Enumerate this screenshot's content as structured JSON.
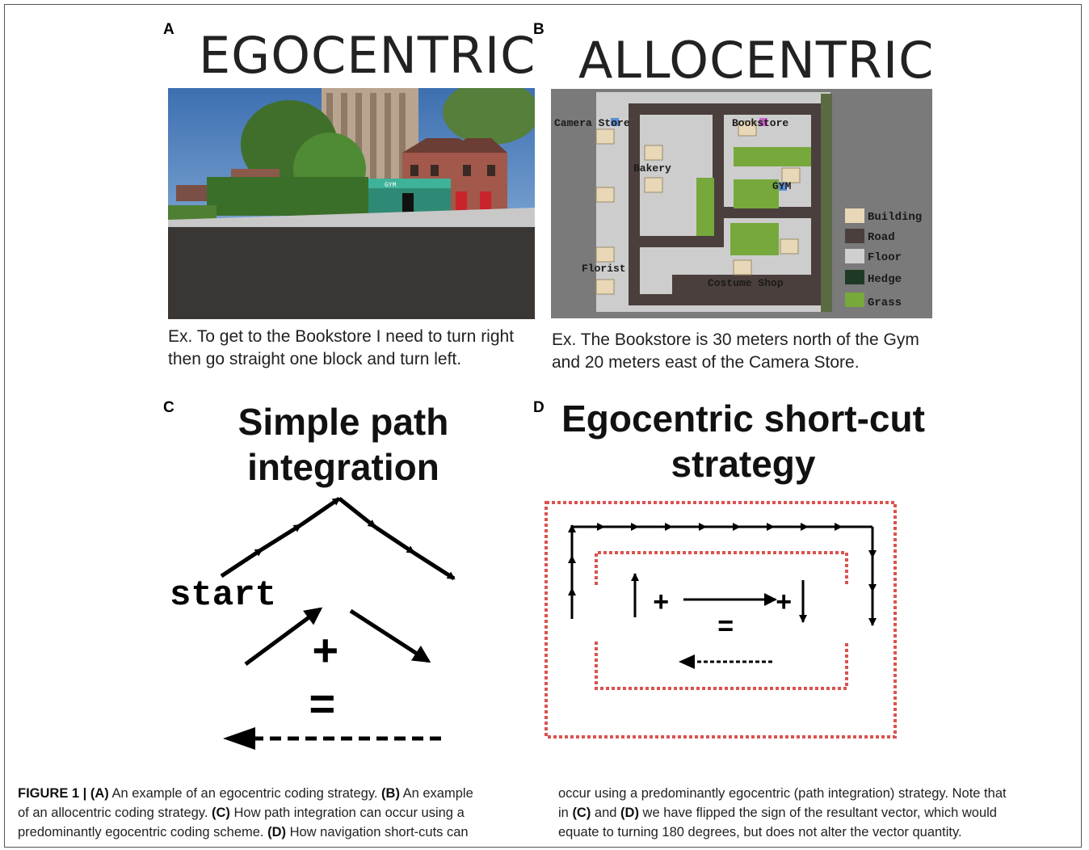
{
  "panels": {
    "a": {
      "letter": "A",
      "title": "EGOCENTRIC",
      "scene_sign": "GYM",
      "example_lines": [
        "Ex.  To get to the Bookstore  I need to turn right",
        "then go straight one block and turn left."
      ]
    },
    "b": {
      "letter": "B",
      "title": "ALLOCENTRIC",
      "map_labels": {
        "camera_store": "Camera  Store",
        "bookstore": "Bookstore",
        "bakery": "Bakery",
        "gym": "GYM",
        "florist": "Florist",
        "costume_shop": "Costume  Shop"
      },
      "legend": [
        {
          "label": "Building",
          "color": "#e8d8b8"
        },
        {
          "label": "Road",
          "color": "#4a3f3c"
        },
        {
          "label": "Floor",
          "color": "#cfcfcf"
        },
        {
          "label": "Hedge",
          "color": "#1f3a24"
        },
        {
          "label": "Grass",
          "color": "#77a83c"
        }
      ],
      "example_lines": [
        "Ex. The Bookstore is 30 meters north of the Gym",
        "and 20 meters east of the Camera Store."
      ]
    },
    "c": {
      "letter": "C",
      "title_lines": [
        "Simple path",
        "integration"
      ],
      "start_label": "start",
      "plus": "+",
      "equals": "="
    },
    "d": {
      "letter": "D",
      "title_lines": [
        "Egocentric short-cut",
        "strategy"
      ],
      "plus": "+",
      "equals": "="
    }
  },
  "caption": {
    "left_lines": [
      [
        {
          "t": "FIGURE 1 | ",
          "b": true
        },
        {
          "t": "(A)",
          "b": true
        },
        {
          "t": " An example of an egocentric coding strategy. ",
          "b": false
        },
        {
          "t": "(B)",
          "b": true
        },
        {
          "t": " An example",
          "b": false
        }
      ],
      [
        {
          "t": "of an allocentric coding strategy. ",
          "b": false
        },
        {
          "t": "(C)",
          "b": true
        },
        {
          "t": " How path integration can occur using a",
          "b": false
        }
      ],
      [
        {
          "t": "predominantly egocentric coding scheme. ",
          "b": false
        },
        {
          "t": "(D)",
          "b": true
        },
        {
          "t": " How navigation short-cuts can",
          "b": false
        }
      ]
    ],
    "right_lines": [
      [
        {
          "t": "occur using a predominantly egocentric (path integration) strategy. Note that",
          "b": false
        }
      ],
      [
        {
          "t": "in ",
          "b": false
        },
        {
          "t": "(C)",
          "b": true
        },
        {
          "t": " and ",
          "b": false
        },
        {
          "t": "(D)",
          "b": true
        },
        {
          "t": " we have flipped the sign of the resultant vector, which would",
          "b": false
        }
      ],
      [
        {
          "t": "equate to turning 180 degrees, but does not alter the vector quantity.",
          "b": false
        }
      ]
    ]
  }
}
